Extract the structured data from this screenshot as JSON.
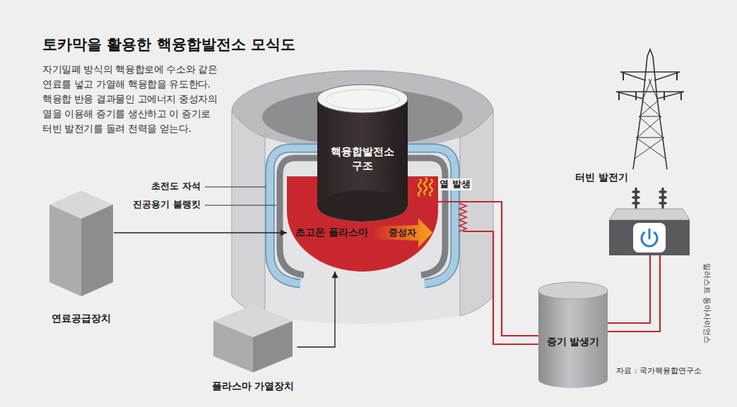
{
  "diagram": {
    "title": "토카막을 활용한 핵융합발전소 모식도",
    "caption": "자기밀폐 방식의 핵융합로에 수소와 같은 연료를 넣고 가열해 핵융합을 유도한다. 핵융합 반응 결과물인 고에너지 중성자의 열을 이용해 증기를 생산하고 이 증기로 터빈 발전기를 돌려 전력을 얻는다.",
    "nodes": [
      {
        "text": [
          "핵융합발전소 구조"
        ]
      },
      {
        "text": [
          "초고온 플라스마"
        ]
      },
      {
        "text": [
          "연료공급장치"
        ]
      },
      {
        "text": [
          "플라스마 가열장치"
        ]
      },
      {
        "text": [
          "증기 발생기"
        ]
      },
      {
        "text": [
          "터빈 발전기"
        ]
      }
    ],
    "edges": [
      {
        "from": 2,
        "to": 1,
        "arrow": "to"
      },
      {
        "from": 3,
        "to": 1,
        "arrow": "to"
      },
      {
        "from": 1,
        "to": 4,
        "arrow": "none"
      },
      {
        "from": 4,
        "to": 5,
        "arrow": "none"
      }
    ],
    "labels": [
      "초전도 자석",
      "진공용기 블랭킷",
      "열 발생",
      "중성자",
      "자료 : 국가핵융합연구소",
      "일러스트 동아사이언스"
    ]
  }
}
